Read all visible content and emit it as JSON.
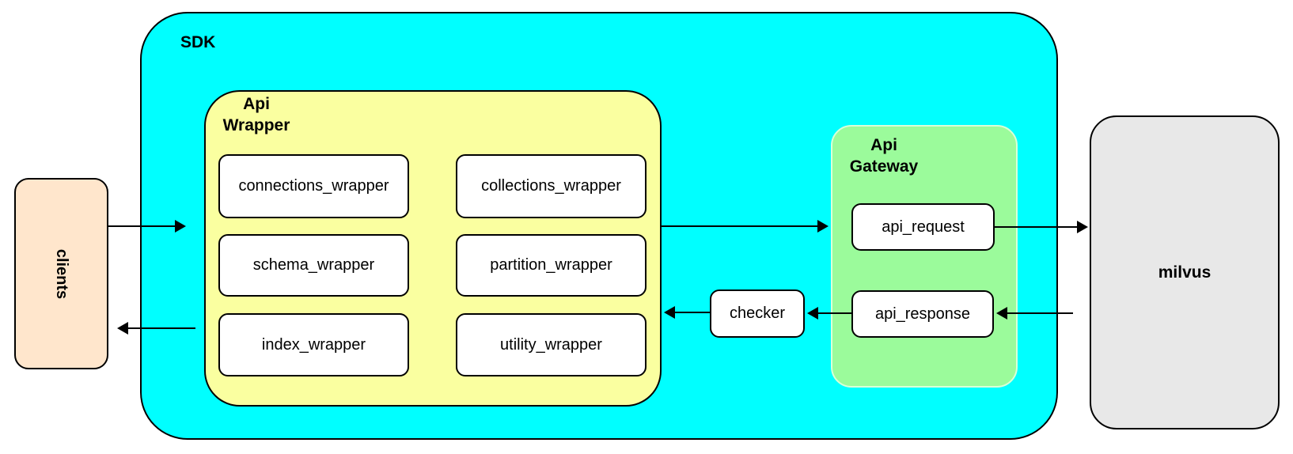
{
  "diagram": {
    "clients": {
      "label": "clients",
      "fill": "#FFE6CC"
    },
    "sdk": {
      "label": "SDK",
      "fill": "#00FFFF",
      "api_wrapper": {
        "label_line1": "Api",
        "label_line2": "Wrapper",
        "fill": "#FAFFA0",
        "items": [
          "connections_wrapper",
          "collections_wrapper",
          "schema_wrapper",
          "partition_wrapper",
          "index_wrapper",
          "utility_wrapper"
        ]
      },
      "checker": {
        "label": "checker"
      },
      "api_gateway": {
        "label_line1": "Api",
        "label_line2": "Gateway",
        "fill": "#9BFB9B",
        "stroke": "#D8FFD8",
        "items": [
          "api_request",
          "api_response"
        ]
      }
    },
    "milvus": {
      "label": "milvus",
      "fill": "#E8E8E8"
    },
    "edges": [
      {
        "from": "clients",
        "to": "sdk",
        "direction": "right"
      },
      {
        "from": "api_wrapper",
        "to": "api_request",
        "direction": "right"
      },
      {
        "from": "api_request",
        "to": "milvus",
        "direction": "right"
      },
      {
        "from": "milvus",
        "to": "api_response",
        "direction": "left"
      },
      {
        "from": "api_response",
        "to": "checker",
        "direction": "left"
      },
      {
        "from": "checker",
        "to": "api_wrapper",
        "direction": "left"
      },
      {
        "from": "sdk",
        "to": "clients",
        "direction": "left"
      }
    ],
    "colors": {
      "stroke": "#000000",
      "node_fill": "#FFFFFF"
    }
  }
}
